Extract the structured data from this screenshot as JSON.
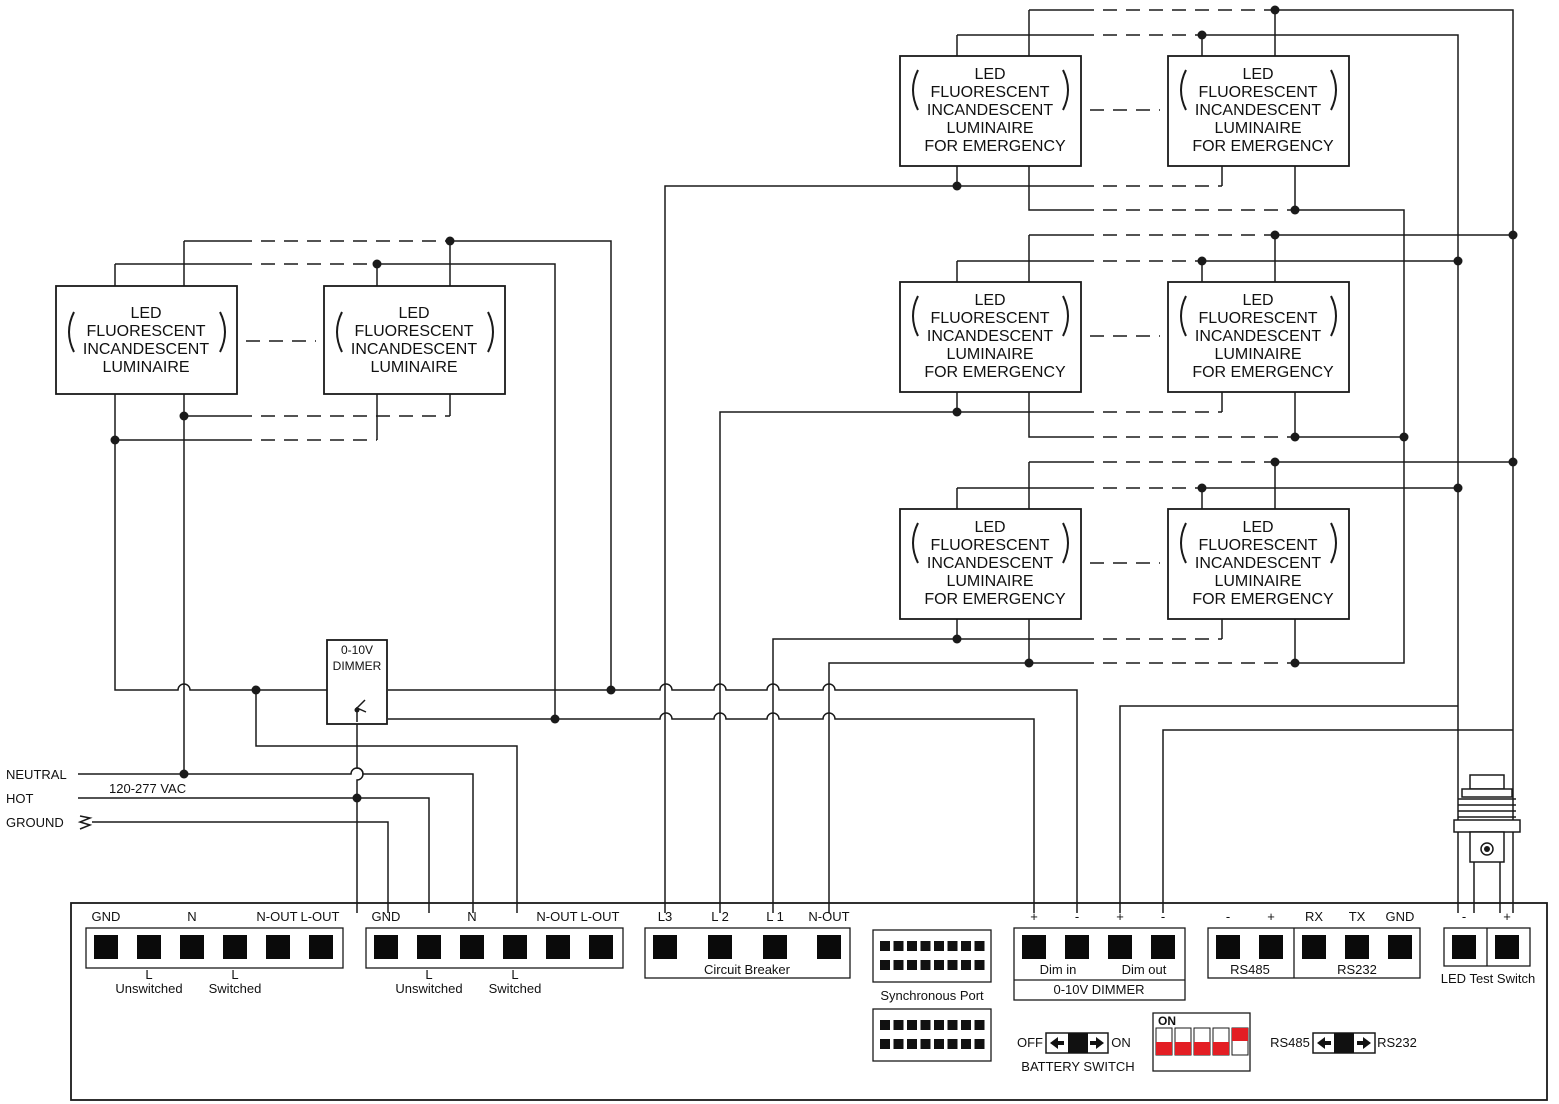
{
  "luminaire": {
    "line1": "LED",
    "line2": "FLUORESCENT",
    "line3": "INCANDESCENT",
    "line4": "LUMINAIRE",
    "line5": "FOR EMERGENCY"
  },
  "dimmer": {
    "line1": "0-10V",
    "line2": "DIMMER"
  },
  "mains": {
    "neutral": "NEUTRAL",
    "hot": "HOT",
    "ground": "GROUND",
    "voltage": "120-277 VAC"
  },
  "blocks": {
    "b1": {
      "top": [
        "GND",
        "N",
        "N-OUT",
        "L-OUT"
      ],
      "unsw_l": "L",
      "unsw": "Unswitched",
      "sw_l": "L",
      "sw": "Switched"
    },
    "b2": {
      "top": [
        "GND",
        "N",
        "N-OUT",
        "L-OUT"
      ],
      "unsw_l": "L",
      "unsw": "Unswitched",
      "sw_l": "L",
      "sw": "Switched"
    },
    "b3": {
      "top": [
        "L3",
        "L 2",
        "L 1",
        "N-OUT"
      ],
      "caption": "Circuit Breaker"
    },
    "sync": {
      "caption": "Synchronous Port"
    },
    "dim": {
      "top": [
        "+",
        "-",
        "+",
        "-"
      ],
      "dim_in": "Dim in",
      "dim_out": "Dim out",
      "caption": "0-10V DIMMER"
    },
    "comm": {
      "top": [
        "-",
        "+",
        "RX",
        "TX",
        "GND"
      ],
      "rs485": "RS485",
      "rs232": "RS232"
    },
    "test": {
      "top": [
        "-",
        "+"
      ],
      "caption": "LED Test Switch"
    },
    "battery": {
      "off": "OFF",
      "on": "ON",
      "caption": "BATTERY SWITCH"
    },
    "dip": {
      "on": "ON"
    },
    "mode": {
      "left": "RS485",
      "right": "RS232"
    }
  }
}
